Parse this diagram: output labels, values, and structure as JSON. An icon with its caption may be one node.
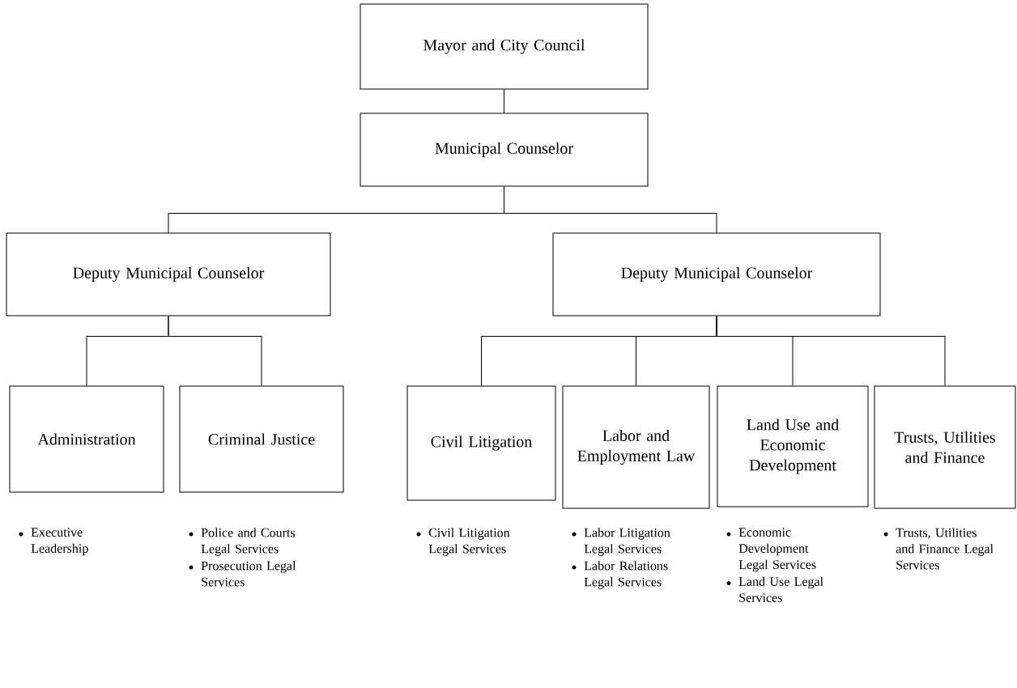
{
  "diagram": {
    "nodes": [
      {
        "text": [
          "Mayor and City Council"
        ]
      },
      {
        "text": [
          "Municipal Counselor"
        ]
      },
      {
        "text": [
          "Deputy Municipal Counselor"
        ]
      },
      {
        "text": [
          "Deputy Municipal Counselor"
        ]
      },
      {
        "text": [
          "Administration"
        ],
        "beside": [
          "Executive Leadership"
        ]
      },
      {
        "text": [
          "Criminal Justice"
        ],
        "beside": [
          "Police and Courts Legal Services",
          "Prosecution Legal Services"
        ]
      },
      {
        "text": [
          "Civil Litigation"
        ],
        "beside": [
          "Civil Litigation Legal Services"
        ]
      },
      {
        "text": [
          "Labor and Employment Law"
        ],
        "beside": [
          "Labor Litigation Legal Services",
          "Labor Relations Legal Services"
        ]
      },
      {
        "text": [
          "Land Use and Economic Development"
        ],
        "beside": [
          "Economic Development Legal Services",
          "Land Use Legal Services"
        ]
      },
      {
        "text": [
          "Trusts, Utilities and Finance"
        ],
        "beside": [
          "Trusts, Utilities and Finance Legal Services"
        ]
      }
    ],
    "edges": [
      {
        "from": 0,
        "to": 1,
        "arrow": "none"
      },
      {
        "from": 1,
        "to": 2,
        "arrow": "none"
      },
      {
        "from": 1,
        "to": 3,
        "arrow": "none"
      },
      {
        "from": 2,
        "to": 4,
        "arrow": "none"
      },
      {
        "from": 2,
        "to": 5,
        "arrow": "none"
      },
      {
        "from": 3,
        "to": 6,
        "arrow": "none"
      },
      {
        "from": 3,
        "to": 7,
        "arrow": "none"
      },
      {
        "from": 3,
        "to": 8,
        "arrow": "none"
      },
      {
        "from": 3,
        "to": 9,
        "arrow": "none"
      }
    ]
  }
}
